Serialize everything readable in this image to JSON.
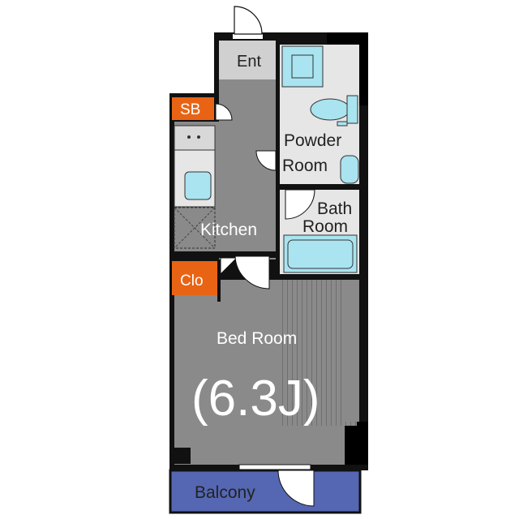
{
  "rooms": {
    "entrance": "Ent",
    "shoe_box": "SB",
    "kitchen": "Kitchen",
    "powder_room_line1": "Powder",
    "powder_room_line2": "Room",
    "bath_room_line1": "Bath",
    "bath_room_line2": "Room",
    "closet": "Clo",
    "bed_room": "Bed Room",
    "bed_room_size": "(6.3J)",
    "balcony": "Balcony"
  },
  "colors": {
    "wall": "#111111",
    "floor": "#8a8a8a",
    "entrance_floor": "#d0d0d0",
    "wet_area": "#e6e6e6",
    "fixture": "#a9e4f0",
    "storage": "#e86414",
    "balcony": "#5566b3",
    "label_light": "#ffffff",
    "label_dark": "#222222"
  },
  "icons": [
    "door-swing-icon",
    "sink-icon",
    "stove-icon",
    "toilet-icon",
    "bathtub-icon",
    "shower-tray-icon",
    "washbasin-icon",
    "window-icon"
  ]
}
